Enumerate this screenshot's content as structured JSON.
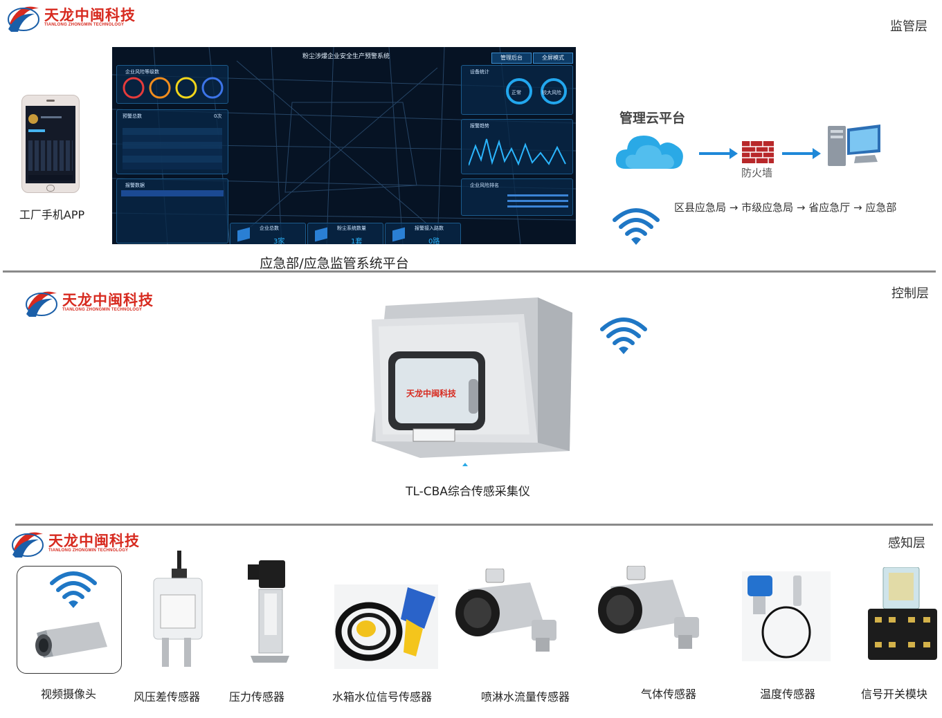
{
  "logo": {
    "cn": "天龙中闽科技",
    "en": "TIANLONG ZHONGMIN TECHNOLOGY"
  },
  "layers": {
    "top": "监管层",
    "middle": "控制层",
    "bottom": "感知层"
  },
  "app": {
    "label": "工厂手机APP"
  },
  "dashboard": {
    "title": "粉尘涉爆企业安全生产预警系统",
    "btn_admin": "管理后台",
    "btn_full": "全屏模式",
    "caption": "应急部/应急监管系统平台",
    "panel_risk": "企业风险等级数",
    "panel_warn": "预警总数",
    "panel_device": "设备统计",
    "panel_trend": "报警趋势",
    "panel_rank": "企业风险排名",
    "panel_alarm": "报警数据",
    "warn_count": "0次",
    "stat_normal": "正常",
    "stat_alarm": "较大风险",
    "bottom": [
      {
        "label": "企业总数",
        "value": "3家"
      },
      {
        "label": "粉尘系统数量",
        "value": "1套"
      },
      {
        "label": "报警接入路数",
        "value": "0路"
      }
    ]
  },
  "cloud": {
    "title": "管理云平台",
    "firewall": "防火墙",
    "chain": "区县应急局 → 市级应急局 → 省应急厅 → 应急部"
  },
  "collector": {
    "label": "TL-CBA综合传感采集仪",
    "box_label": "天龙中闽科技"
  },
  "sensors": [
    "视频摄像头",
    "风压差传感器",
    "压力传感器",
    "水箱水位信号传感器",
    "喷淋水流量传感器",
    "气体传感器",
    "温度传感器",
    "信号开关模块"
  ],
  "colors": {
    "brand_red": "#d72a1f",
    "brand_blue": "#1b5fa8",
    "wifi_blue": "#1f77c5",
    "arrow_blue": "#1e88d8"
  }
}
